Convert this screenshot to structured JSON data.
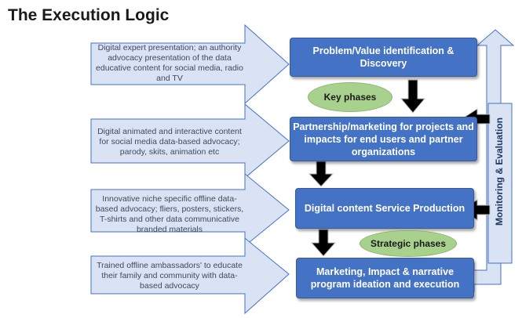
{
  "title": "The Execution Logic",
  "input_arrows": [
    {
      "text": "Digital expert presentation; an authority advocacy presentation of the data educative content for social media, radio and TV"
    },
    {
      "text": "Digital animated and interactive content for social media data-based advocacy; parody, skits, animation etc"
    },
    {
      "text": "Innovative niche specific offline data-based advocacy; fliers, posters, stickers, T-shirts and other data communicative branded materials"
    },
    {
      "text": "Trained offline ambassadors' to educate their family and community with data-based advocacy"
    }
  ],
  "process_boxes": [
    {
      "text": "Problem/Value identification & Discovery"
    },
    {
      "text": "Partnership/marketing for projects and impacts for end users and partner organizations"
    },
    {
      "text": "Digital content Service Production"
    },
    {
      "text": "Marketing, Impact & narrative program ideation and execution"
    }
  ],
  "phase_labels": {
    "key": "Key phases",
    "strategic": "Strategic phases"
  },
  "side_label": "Monitoring & Evaluation",
  "colors": {
    "box_fill": "#4472c4",
    "input_arrow_fill": "#dae3f3",
    "input_arrow_stroke": "#4472c4",
    "oval_fill": "#a9d18e",
    "loop_fill": "#dae3f3"
  }
}
